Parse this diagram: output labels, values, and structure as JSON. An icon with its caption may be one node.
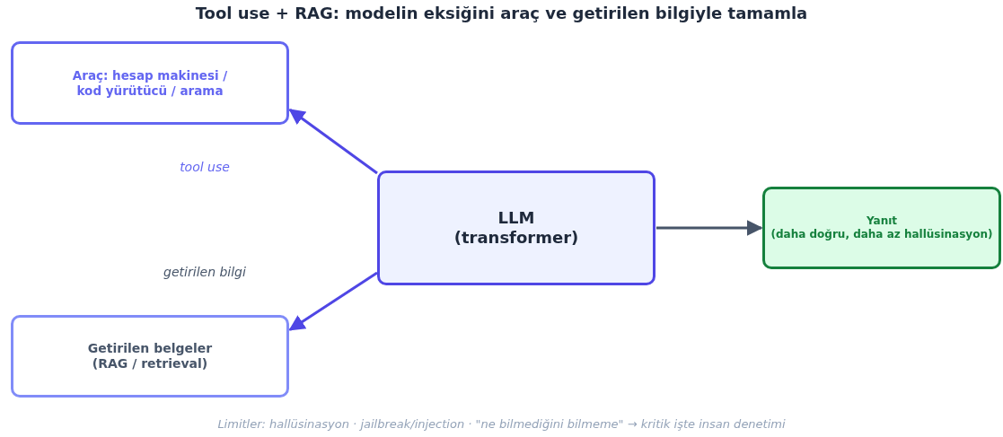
{
  "diagram": {
    "title": "Tool use + RAG: modelin eksiğini araç ve getirilen bilgiyle tamamla",
    "caption": "Limitler: hallüsinasyon · jailbreak/injection · \"ne bilmediğini bilmeme\" → kritik işte insan denetimi",
    "nodes": [
      {
        "text": [
          "Araç: hesap makinesi / kod yürütücü / arama"
        ]
      },
      {
        "text": [
          "LLM (transformer)"
        ]
      },
      {
        "text": [
          "Getirilen belgeler (RAG / retrieval)"
        ]
      },
      {
        "text": [
          "Yanıt (daha doğru, daha az hallüsinasyon)"
        ]
      }
    ],
    "edges": [
      {
        "from": 1,
        "to": 0,
        "arrow": "to"
      },
      {
        "from": 1,
        "to": 2,
        "arrow": "to"
      },
      {
        "from": 1,
        "to": 3,
        "arrow": "to",
        "color": "#475569"
      }
    ],
    "labels": [
      "tool use",
      "getirilen bilgi"
    ]
  }
}
